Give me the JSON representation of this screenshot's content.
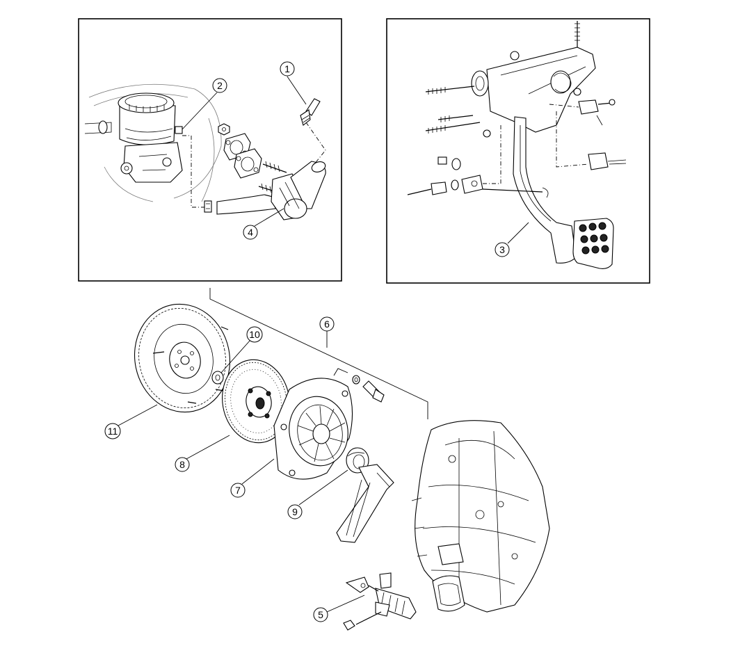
{
  "callouts": {
    "c1": "1",
    "c2": "2",
    "c3": "3",
    "c4": "4",
    "c5": "5",
    "c6": "6",
    "c7": "7",
    "c8": "8",
    "c9": "9",
    "c10": "10",
    "c11": "11"
  },
  "panels": [
    "master-cylinder-panel",
    "pedal-panel",
    "clutch-assembly-area"
  ]
}
